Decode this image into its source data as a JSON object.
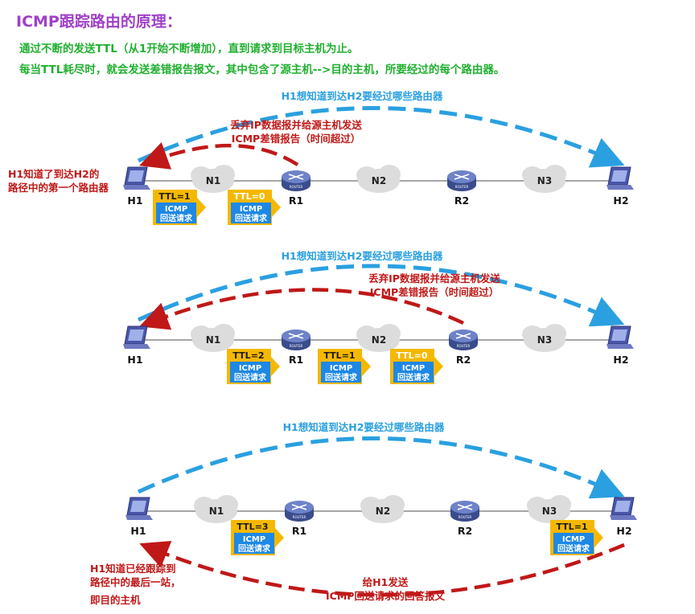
{
  "title": "ICMP跟踪路由的原理：",
  "intro": [
    "通过不断的发送TTL（从1开始不断增加），直到请求到目标主机为止。",
    "每当TTL耗尽时，就会发送差错报告报文，其中包含了源主机-->目的主机，所要经过的每个路由器。"
  ],
  "labels": {
    "h1": "H1",
    "h2": "H2",
    "r1": "R1",
    "r2": "R2",
    "n1": "N1",
    "n2": "N2",
    "n3": "N3",
    "router_tag": "ROUTER",
    "icmp": "ICMP",
    "echo_request": "回送请求"
  },
  "colors": {
    "blue_arc": "#2aa0e0",
    "red_arc": "#c01818",
    "ttl_box": "#f5b800",
    "packet_box": "#1e88e5",
    "link": "#888888",
    "cloud": "#dcdcdc"
  },
  "panels": [
    {
      "blue_label": "H1想知道到达H2要经过哪些路由器",
      "red_label": [
        "丢弃IP数据报并给源主机发送",
        "ICMP差错报告（时间超过）"
      ],
      "side_label": [
        "H1知道了到达H2的",
        "路径中的第一个路由器"
      ],
      "packets": [
        {
          "ttl": "TTL=1",
          "zero": false
        },
        {
          "ttl": "TTL=0",
          "zero": true
        }
      ]
    },
    {
      "blue_label": "H1想知道到达H2要经过哪些路由器",
      "red_label": [
        "丢弃IP数据报并给源主机发送",
        "ICMP差错报告（时间超过）"
      ],
      "packets": [
        {
          "ttl": "TTL=2",
          "zero": false
        },
        {
          "ttl": "TTL=1",
          "zero": false
        },
        {
          "ttl": "TTL=0",
          "zero": true
        }
      ]
    },
    {
      "blue_label": "H1想知道到达H2要经过哪些路由器",
      "red_label": [
        "给H1发送",
        "ICMP回送请求的回答报文"
      ],
      "side_label": [
        "H1知道已经跟踪到",
        "路径中的最后一站，",
        "即目的主机"
      ],
      "packets": [
        {
          "ttl": "TTL=3",
          "zero": false
        },
        {
          "ttl": "TTL=1",
          "zero": false
        }
      ]
    }
  ]
}
